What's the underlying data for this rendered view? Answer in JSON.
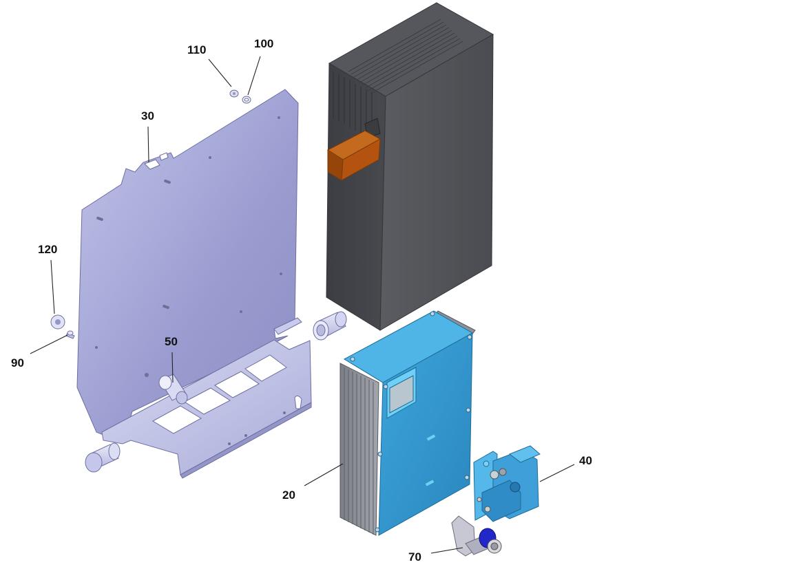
{
  "callouts": {
    "c110": "110",
    "c100": "100",
    "c30": "30",
    "c120": "120",
    "c90": "90",
    "c50": "50",
    "c20": "20",
    "c40": "40",
    "c70": "70"
  },
  "colors": {
    "plate": "#a7a9d6",
    "housing": "#4b4d52",
    "connector": "#b7560f",
    "heatsink": "#3b9fd5",
    "bracket": "#3f9fd8",
    "knob": "#2127c8"
  }
}
